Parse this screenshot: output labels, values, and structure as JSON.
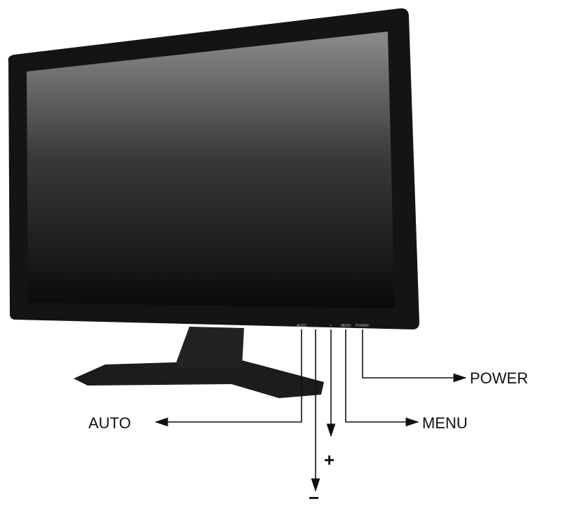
{
  "bezel_buttons": [
    "AUTO",
    "-",
    "+",
    "MENU",
    "POWER"
  ],
  "callouts": {
    "auto": "AUTO",
    "minus": "−",
    "plus": "+",
    "menu": "MENU",
    "power": "POWER"
  },
  "colors": {
    "bezel": "#141414",
    "screen_top": "#8a8a8a",
    "screen_bottom": "#0c0c0c",
    "line": "#111111"
  }
}
